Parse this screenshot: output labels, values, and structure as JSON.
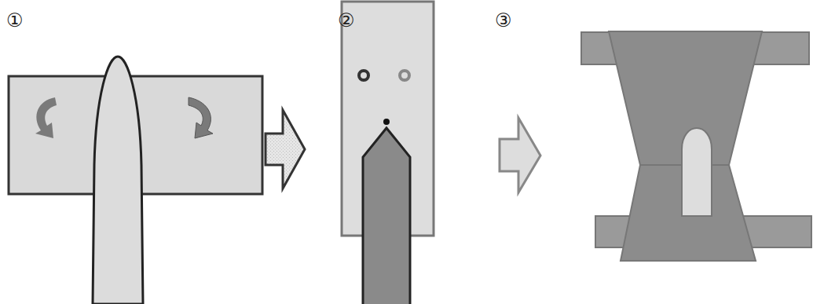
{
  "diagram": {
    "labels": [
      "①",
      "②",
      "③"
    ]
  }
}
